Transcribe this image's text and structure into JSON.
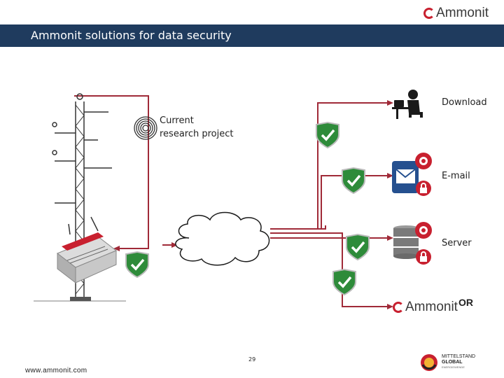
{
  "header": {
    "title": "Ammonit solutions for data security",
    "brand": "Ammonit"
  },
  "diagram": {
    "labels": {
      "download": "Download",
      "current_line1": "Current",
      "current_line2": "research project",
      "email": "E-mail",
      "server": "Server",
      "or": "OR"
    },
    "bottom_brand": "Ammonit"
  },
  "footer": {
    "page_number": "29",
    "website": "www.ammonit.com",
    "partner_line1": "MITTELSTAND",
    "partner_line2": "GLOBAL",
    "partner_line3": "ENERGIEWENDE"
  },
  "colors": {
    "title_bar": "#1f3b5e",
    "connector": "#a02a38",
    "shield_green": "#2e8b3a",
    "brand_red": "#c8202f"
  }
}
